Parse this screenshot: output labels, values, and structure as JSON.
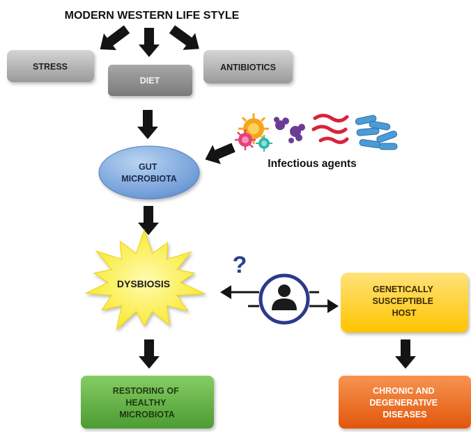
{
  "title": "MODERN WESTERN LIFE STYLE",
  "nodes": {
    "stress": {
      "label": "STRESS"
    },
    "diet": {
      "label": "DIET"
    },
    "antibiotics": {
      "label": "ANTIBIOTICS"
    },
    "gut": {
      "lines": [
        "GUT",
        "MICROBIOTA"
      ]
    },
    "infectious": {
      "label": "Infectious agents"
    },
    "dysbiosis": {
      "label": "DYSBIOSIS"
    },
    "host": {
      "lines": [
        "GENETICALLY",
        "SUSCEPTIBLE",
        "HOST"
      ]
    },
    "restoring": {
      "lines": [
        "RESTORING OF",
        "HEALTHY",
        "MICROBIOTA"
      ]
    },
    "chronic": {
      "lines": [
        "CHRONIC AND",
        "DEGENERATIVE",
        "DISEASES"
      ]
    },
    "question": {
      "label": "?"
    }
  },
  "colors": {
    "gray_box": "#a9a9a9",
    "diet_box": "#8e8e8e",
    "gut_oval": "#7aa7dd",
    "dysbiosis_star": "#fff22e",
    "host_box": "#ffcc1a",
    "restoring_box": "#5db041",
    "chronic_box": "#f16a1e",
    "question_mark": "#2a3f8f",
    "person_ring": "#2b3a8a",
    "arrow": "#141414"
  },
  "icons": [
    "person-icon",
    "virus-icon",
    "bacteria-icon",
    "worm-icon",
    "bacilli-icon"
  ]
}
